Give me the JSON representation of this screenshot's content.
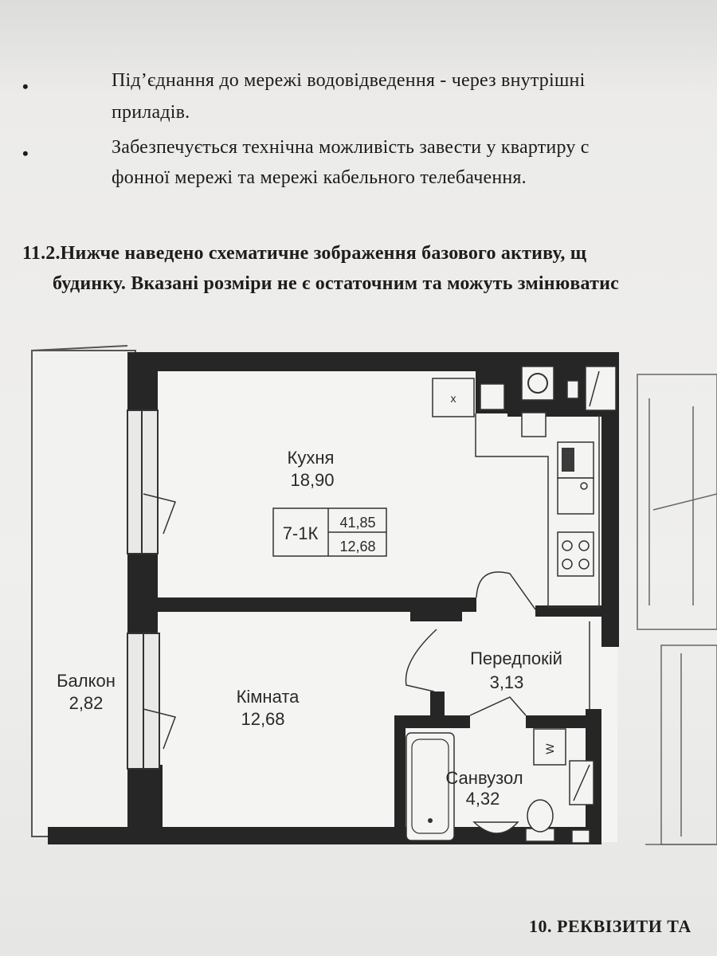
{
  "bullets": [
    {
      "line1": "Під’єднання до мережі водовідведення - через внутрішні",
      "line2": "приладів."
    },
    {
      "line1": "Забезпечується технічна можливість завести у квартиру с",
      "line2": "фонної мережі та мережі кабельного телебачення."
    }
  ],
  "section": {
    "line1": "11.2.Нижче  наведено  схематичне  зображення  базового  активу,  щ",
    "line2": "будинку. Вказані розміри не є остаточним та можуть змінюватис"
  },
  "plan": {
    "rooms": [
      {
        "name": "Кухня",
        "area": "18,90"
      },
      {
        "name": "Кімната",
        "area": "12,68"
      },
      {
        "name": "Передпокій",
        "area": "3,13"
      },
      {
        "name": "Санвузол",
        "area": "4,32"
      },
      {
        "name": "Балкон",
        "area": "2,82"
      }
    ],
    "apartment_code": "7-1К",
    "total_area": "41,85",
    "living_area": "12,68",
    "marks": {
      "cross": "x",
      "washer": "W"
    }
  },
  "footer": "10. РЕКВІЗИТИ ТА"
}
